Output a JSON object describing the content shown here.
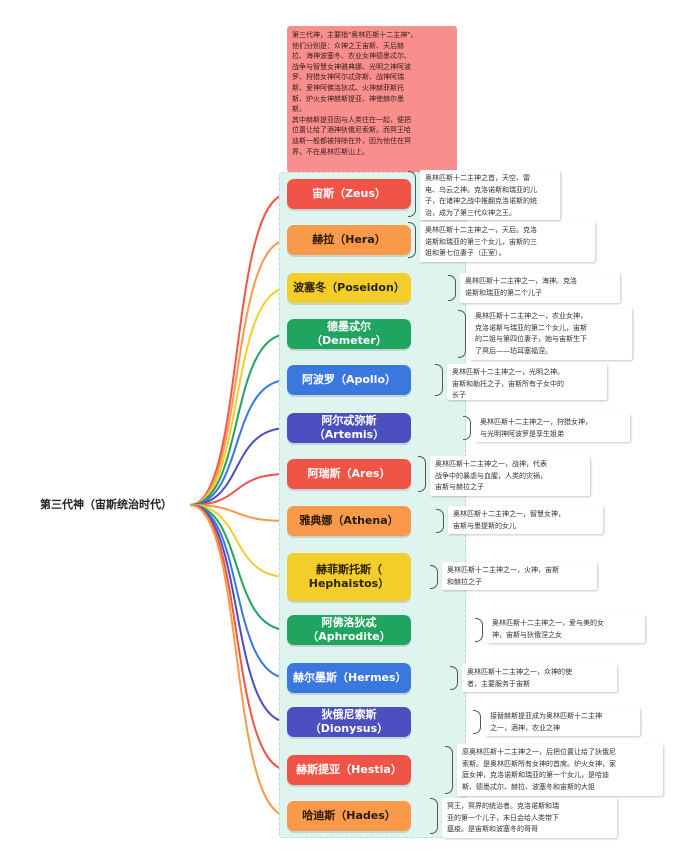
{
  "root_label": "第三代神（宙斯统治时代）",
  "header_note": "第三代神，主要指\"奥林匹斯十二主神\"。\n他们分别是：众神之王宙斯、天后赫\n拉、海神波塞冬、农业女神德墨忒尔、\n战争与智慧女神雅典娜、光明之神阿波\n罗、狩猎女神阿尔忒弥斯、战神阿瑞\n斯、爱神阿佛洛狄忒、火神赫菲斯托\n斯、炉火女神赫斯提亚、神使赫尔墨\n斯。\n其中赫斯提亚因与人类住在一起，便把\n位置让给了酒神狄俄尼索斯。而冥王哈\n迪斯一般都被排除在外，因为他住在冥\n界，不在奥林匹斯山上。",
  "gods": [
    {
      "label": "宙斯（Zeus）",
      "color": "#f05447",
      "text_color": "#ffffff",
      "note": "奥林匹斯十二主神之首，天空、雷\n电、乌云之神。克洛诺斯和瑞亚的儿\n子，在诸神之战中推翻克洛诺斯的统\n治，成为了第三代众神之王。"
    },
    {
      "label": "赫拉（Hera）",
      "color": "#f89a4a",
      "text_color": "#2b1a0a",
      "note": "奥林匹斯十二主神之一，天后。克洛\n诺斯和瑞亚的第三个女儿，宙斯的三\n姐和第七位妻子（正室）。"
    },
    {
      "label": "波塞冬（Poseidon）",
      "color": "#f3cd2a",
      "text_color": "#2b2208",
      "note": "奥林匹斯十二主神之一，海神。克洛\n诺斯和瑞亚的第二个儿子"
    },
    {
      "label": "德墨忒尔（Demeter）",
      "color": "#1fa55f",
      "text_color": "#ffffff",
      "note": "奥林匹斯十二主神之一，农业女神，\n克洛诺斯与瑞亚的第二个女儿，宙斯\n的二姐与第四位妻子，她与宙斯生下\n了冥后——珀耳塞福涅。"
    },
    {
      "label": "阿波罗（Apollo）",
      "color": "#3a78e0",
      "text_color": "#ffffff",
      "note": "奥林匹斯十二主神之一，光明之神。\n宙斯和勒托之子，宙斯所有子女中的\n长子"
    },
    {
      "label": "阿尔忒弥斯（Artemis）",
      "color": "#4c4fbf",
      "text_color": "#ffffff",
      "note": "奥林匹斯十二主神之一，狩猎女神，\n与光明神阿波罗是孪生姐弟"
    },
    {
      "label": "阿瑞斯（Ares）",
      "color": "#f05447",
      "text_color": "#ffffff",
      "note": "奥林匹斯十二主神之一，战神，代表\n战争中的暴虐与血腥，人类的灾祸，\n宙斯与赫拉之子"
    },
    {
      "label": "雅典娜（Athena）",
      "color": "#f89a4a",
      "text_color": "#2b1a0a",
      "note": "奥林匹斯十二主神之一，智慧女神，\n宙斯与墨提斯的女儿"
    },
    {
      "label": "赫菲斯托斯（\nHephaistos）",
      "color": "#f3cd2a",
      "text_color": "#2b2208",
      "tall": true,
      "note": "奥林匹斯十二主神之一，火神，宙斯\n和赫拉之子"
    },
    {
      "label": "阿佛洛狄忒（Aphrodite）",
      "color": "#1fa55f",
      "text_color": "#ffffff",
      "note": "奥林匹斯十二主神之一，爱与美的女\n神，宙斯与狄俄涅之女"
    },
    {
      "label": "赫尔墨斯（Hermes）",
      "color": "#3a78e0",
      "text_color": "#ffffff",
      "note": "奥林匹斯十二主神之一，众神的使\n者，主要服务于宙斯"
    },
    {
      "label": "狄俄尼索斯（Dionysus）",
      "color": "#4c4fbf",
      "text_color": "#ffffff",
      "note": "接替赫斯提亚成为奥林匹斯十二主神\n之一，酒神，农业之神"
    },
    {
      "label": "赫斯提亚（Hestia）",
      "color": "#f05447",
      "text_color": "#ffffff",
      "note": "原奥林匹斯十二主神之一，后把位置让给了狄俄尼\n索斯。是奥林匹斯所有女神的首席。炉火女神，家\n庭女神，克洛诺斯和瑞亚的第一个女儿，是哈迪\n斯、德墨忒尔、赫拉、波塞冬和宙斯的大姐"
    },
    {
      "label": "哈迪斯（Hades）",
      "color": "#f89a4a",
      "text_color": "#2b1a0a",
      "note": "冥王，冥界的统治者。克洛诺斯和瑞\n亚的第一个儿子，末日会给人类带下\n瘟疫。是宙斯和波塞冬的哥哥"
    }
  ]
}
